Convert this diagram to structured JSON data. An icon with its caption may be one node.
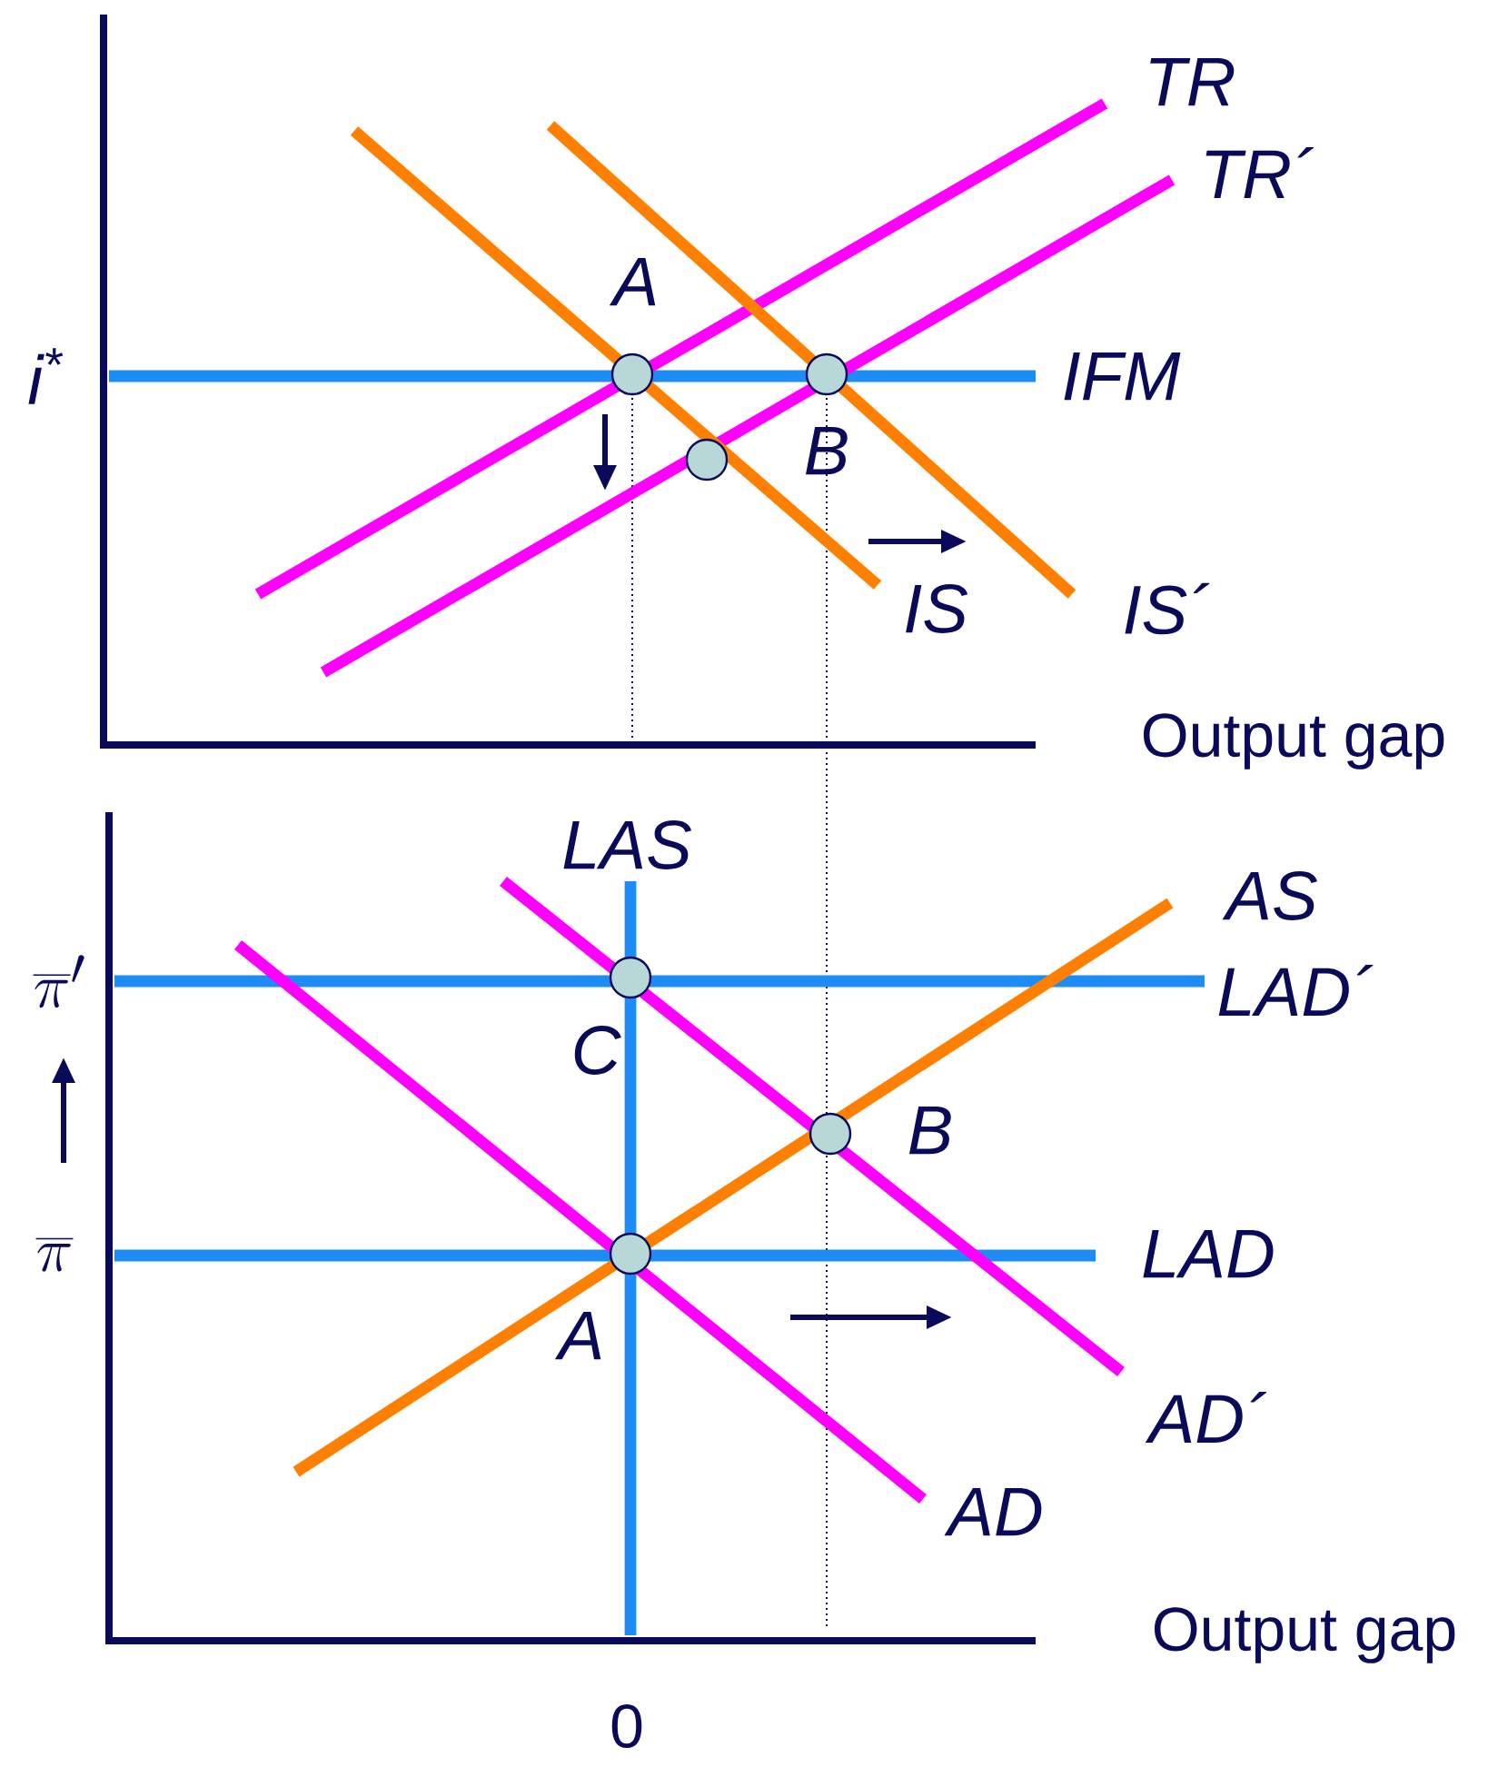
{
  "diagram": {
    "labels": [
      "TR",
      "TR´",
      "A",
      "i$^{*}$",
      "IFM",
      "B",
      "IS",
      "IS´",
      "Output gap",
      "LAS",
      "AS",
      "\\overline{\\pi}'",
      "LAD´",
      "C",
      "B",
      "\\overline{\\pi}",
      "LAD",
      "A",
      "AD´",
      "AD",
      "Output gap",
      "0"
    ]
  }
}
